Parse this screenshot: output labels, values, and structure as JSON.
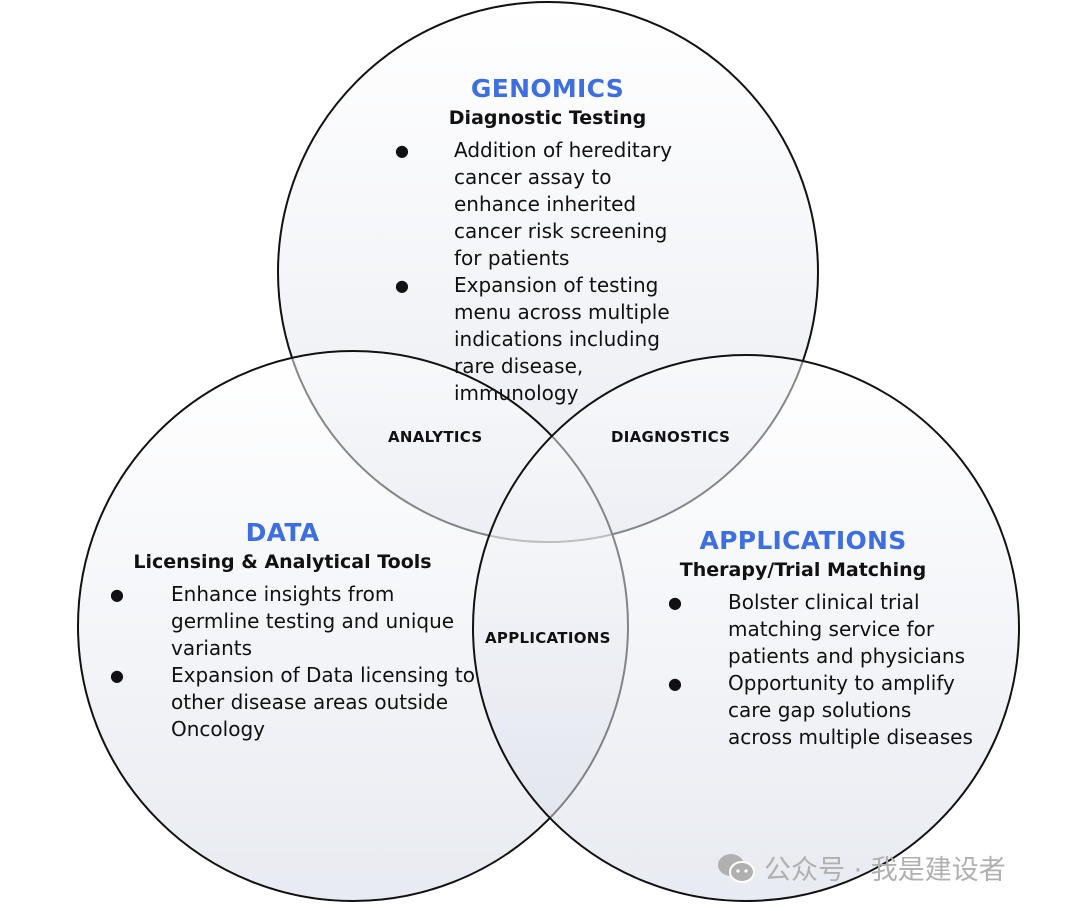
{
  "genomics": {
    "title": "GENOMICS",
    "subtitle": "Diagnostic Testing",
    "bullets": [
      "Addition of hereditary cancer assay to enhance inherited cancer risk screening for patients",
      "Expansion of testing menu across multiple indications including rare disease, immunology"
    ]
  },
  "data": {
    "title": "DATA",
    "subtitle": "Licensing & Analytical Tools",
    "bullets": [
      "Enhance insights from germline testing and unique variants",
      "Expansion of Data licensing to other disease areas outside Oncology"
    ]
  },
  "applications": {
    "title": "APPLICATIONS",
    "subtitle": "Therapy/Trial Matching",
    "bullets": [
      "Bolster clinical trial matching service for patients and physicians",
      "Opportunity to amplify care gap solutions across multiple diseases"
    ]
  },
  "overlaps": {
    "analytics": "ANALYTICS",
    "diagnostics": "DIAGNOSTICS",
    "center": "APPLICATIONS"
  },
  "bullet_glyph": "●",
  "watermark": "公众号 · 我是建设者",
  "colors": {
    "accent": "#3d6fe0"
  }
}
